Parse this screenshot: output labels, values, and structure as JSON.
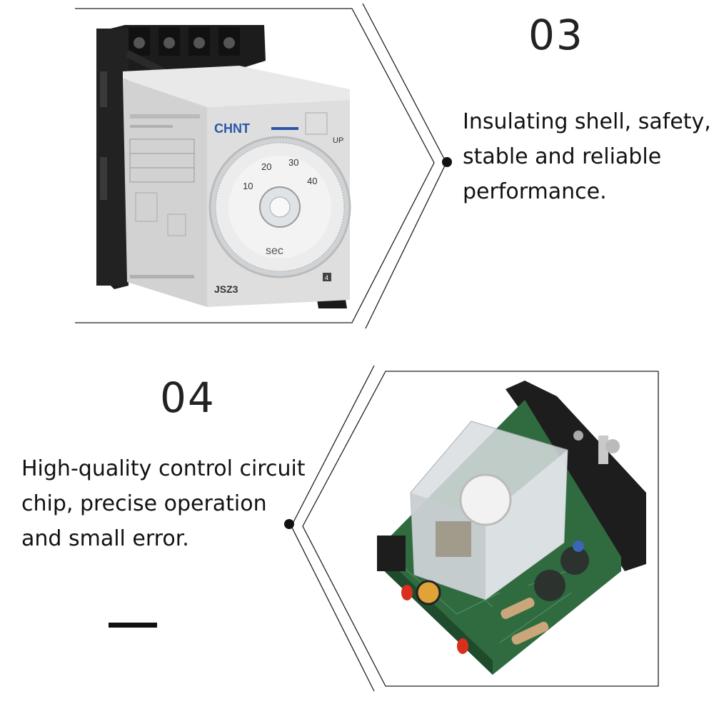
{
  "section_03": {
    "number": "03",
    "lines": [
      "Insulating shell, safety,",
      "stable and reliable",
      "performance."
    ],
    "product_image": {
      "icon": "timer-relay-photo",
      "brand": "CHNT",
      "model": "JSZ3",
      "dial_unit": "sec",
      "dial_marks": [
        "10",
        "20",
        "30",
        "40"
      ],
      "indicator": "UP",
      "terminal": "4"
    }
  },
  "section_04": {
    "number": "04",
    "lines": [
      "High-quality control circuit",
      "chip, precise operation",
      "and small error."
    ],
    "product_image": {
      "icon": "circuit-board-photo"
    }
  },
  "colors": {
    "text": "#111111",
    "frame_line": "#222222",
    "relay_shell": "#d8d8d8",
    "pcb_green": "#2f6b3f"
  }
}
